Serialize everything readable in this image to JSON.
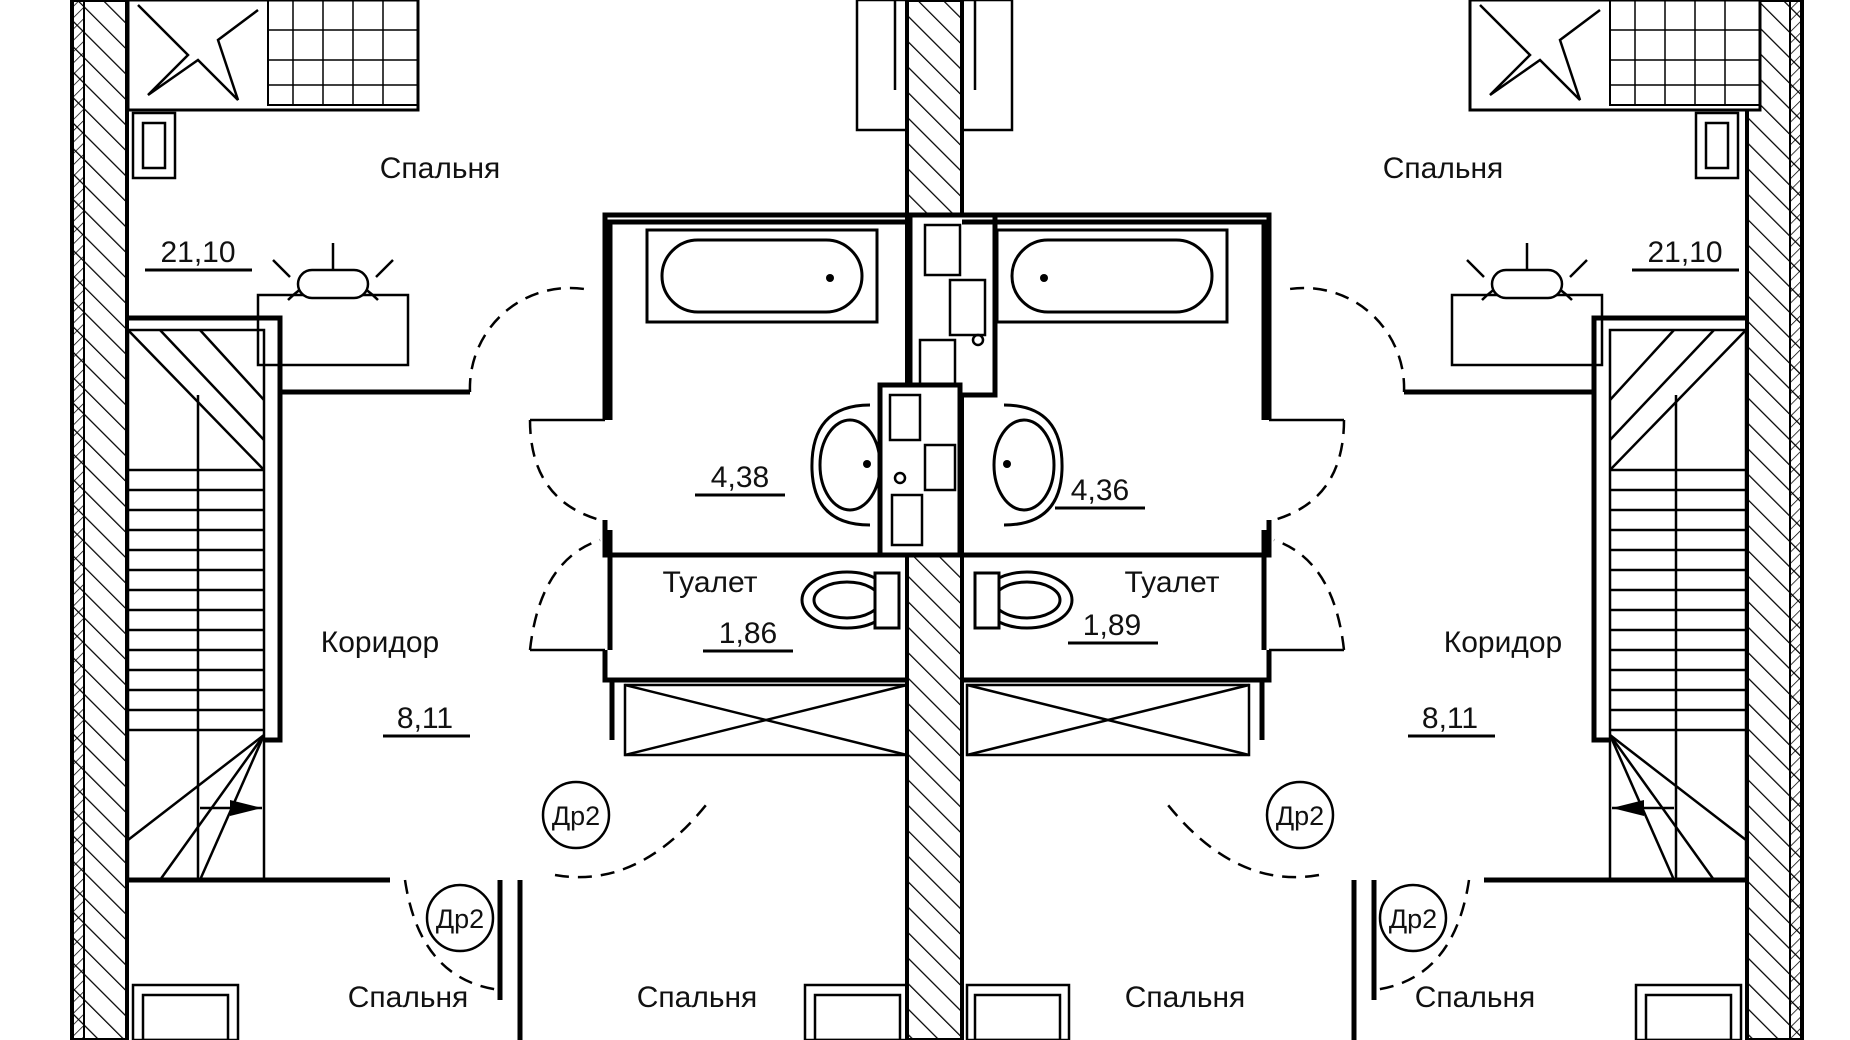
{
  "rooms": {
    "left": {
      "bedroom_top": {
        "label": "Спальня",
        "area": "21,10"
      },
      "bathroom": {
        "area": "4,38"
      },
      "toilet": {
        "label": "Туалет",
        "area": "1,86"
      },
      "corridor": {
        "label": "Коридор",
        "area": "8,11"
      },
      "bedroom_bottom_left": {
        "label": "Спальня"
      },
      "bedroom_bottom_right": {
        "label": "Спальня"
      }
    },
    "right": {
      "bedroom_top": {
        "label": "Спальня",
        "area": "21,10"
      },
      "bathroom": {
        "area": "4,36"
      },
      "toilet": {
        "label": "Туалет",
        "area": "1,89"
      },
      "corridor": {
        "label": "Коридор",
        "area": "8,11"
      },
      "bedroom_bottom_left": {
        "label": "Спальня"
      },
      "bedroom_bottom_right": {
        "label": "Спальня"
      }
    }
  },
  "door_tags": [
    "Др2",
    "Др2",
    "Др2",
    "Др2"
  ],
  "colors": {
    "line": "#000000",
    "background": "#ffffff"
  }
}
